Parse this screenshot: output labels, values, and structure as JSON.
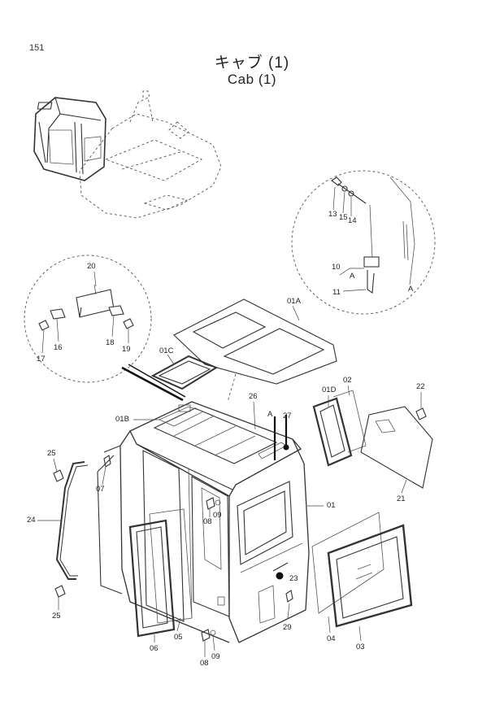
{
  "page": {
    "number": "151"
  },
  "title": {
    "ja": "キャブ (1)",
    "en": "Cab (1)"
  },
  "callouts": {
    "c01": "01",
    "c01A": "01A",
    "c01B": "01B",
    "c01C": "01C",
    "c01D": "01D",
    "c02": "02",
    "c03": "03",
    "c04": "04",
    "c05": "05",
    "c06": "06",
    "c07": "07",
    "c08a": "08",
    "c08b": "08",
    "c09a": "09",
    "c09b": "09",
    "c10": "10",
    "c11": "11",
    "c13": "13",
    "c14": "14",
    "c15": "15",
    "c16": "16",
    "c17": "17",
    "c18": "18",
    "c19": "19",
    "c20": "20",
    "c21": "21",
    "c22": "22",
    "c23": "23",
    "c24": "24",
    "c25a": "25",
    "c25b": "25",
    "c26": "26",
    "c27": "27",
    "c29": "29",
    "viewA_main": "A",
    "viewA_detail": "A",
    "viewA_arrow": "A"
  }
}
